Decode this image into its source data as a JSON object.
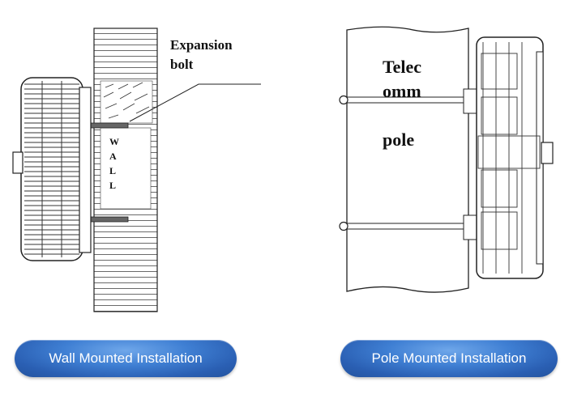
{
  "wall": {
    "expansion_label_line1": "Expansion",
    "expansion_label_line2": "bolt",
    "wall_letters": [
      "W",
      "A",
      "L",
      "L"
    ],
    "button_label": "Wall Mounted Installation"
  },
  "pole": {
    "label_line1": "Telec",
    "label_line2": "omm",
    "label_line3": "pole",
    "button_label": "Pole Mounted Installation"
  },
  "colors": {
    "button_blue": "#3f7fd3",
    "line": "#222222"
  }
}
